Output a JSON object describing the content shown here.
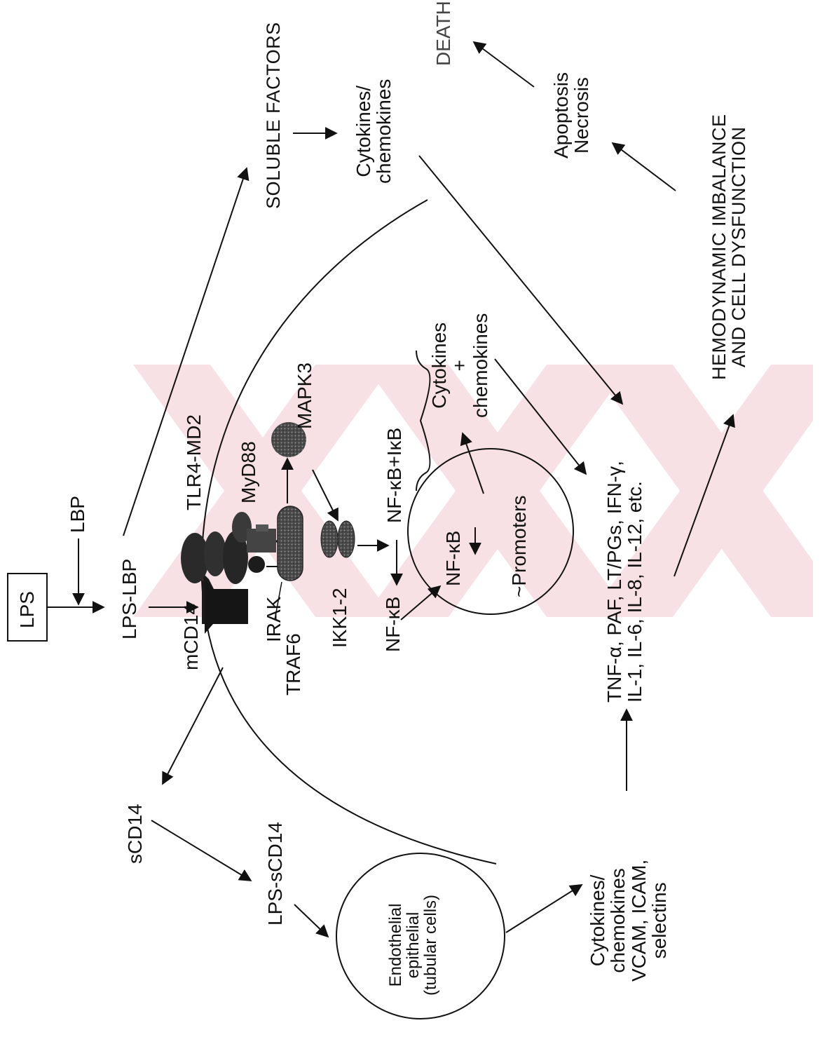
{
  "labels": {
    "lps": "LPS",
    "lbp": "LBP",
    "lps_lbp": "LPS-LBP",
    "mcd14": "mCD14",
    "tlr4_md2": "TLR4-MD2",
    "myd88": "MyD88",
    "irak": "IRAK",
    "traf6": "TRAF6",
    "mapk3": "MAPK3",
    "ikk": "IKK1-2",
    "nfkb_ikb": "NF-κB+IκB",
    "nfkb_left": "NF-κB",
    "nfkb_nucleus": "NF-κB",
    "promoters": "~Promoters",
    "nuclear_cytokines": "Cytokines\n+\nchemokines",
    "soluble_factors": "SOLUBLE FACTORS",
    "cytokines_chemokines_top": "Cytokines/\nchemokines",
    "death": "DEATH",
    "apoptosis_necrosis": "Apoptosis\nNecrosis",
    "hemodynamic": "HEMODYNAMIC IMBALANCE\nAND CELL DYSFUNCTION",
    "mediators": "TNF-α, PAF, LT/PGs, IFN-γ,\nIL-1, IL-6, IL-8, IL-12, etc.",
    "scd14": "sCD14",
    "lps_scd14": "LPS-sCD14",
    "endothelial": "Endothelial\nepithelial\n(tubular cells)",
    "adhesion": "Cytokines/\nchemokines\nVCAM, ICAM,\nselectins"
  },
  "colors": {
    "ink": "#111111",
    "receptor": "#222222",
    "adaptor": "#5a5a5a",
    "watermark": "#f4c9cf"
  }
}
